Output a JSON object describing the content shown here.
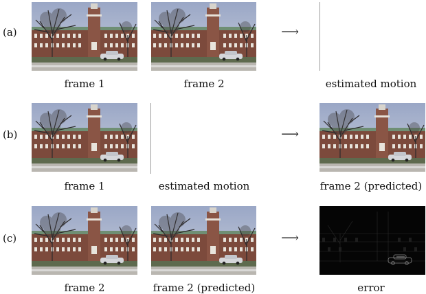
{
  "rows": [
    {
      "label": "(a)",
      "arrow": "⟶",
      "captions": [
        "frame 1",
        "frame 2",
        "estimated motion"
      ]
    },
    {
      "label": "(b)",
      "arrow": "⟶",
      "captions": [
        "frame 1",
        "estimated motion",
        "frame 2 (predicted)"
      ]
    },
    {
      "label": "(c)",
      "arrow": "⟶",
      "captions": [
        "frame 2",
        "frame 2 (predicted)",
        "error"
      ]
    }
  ]
}
